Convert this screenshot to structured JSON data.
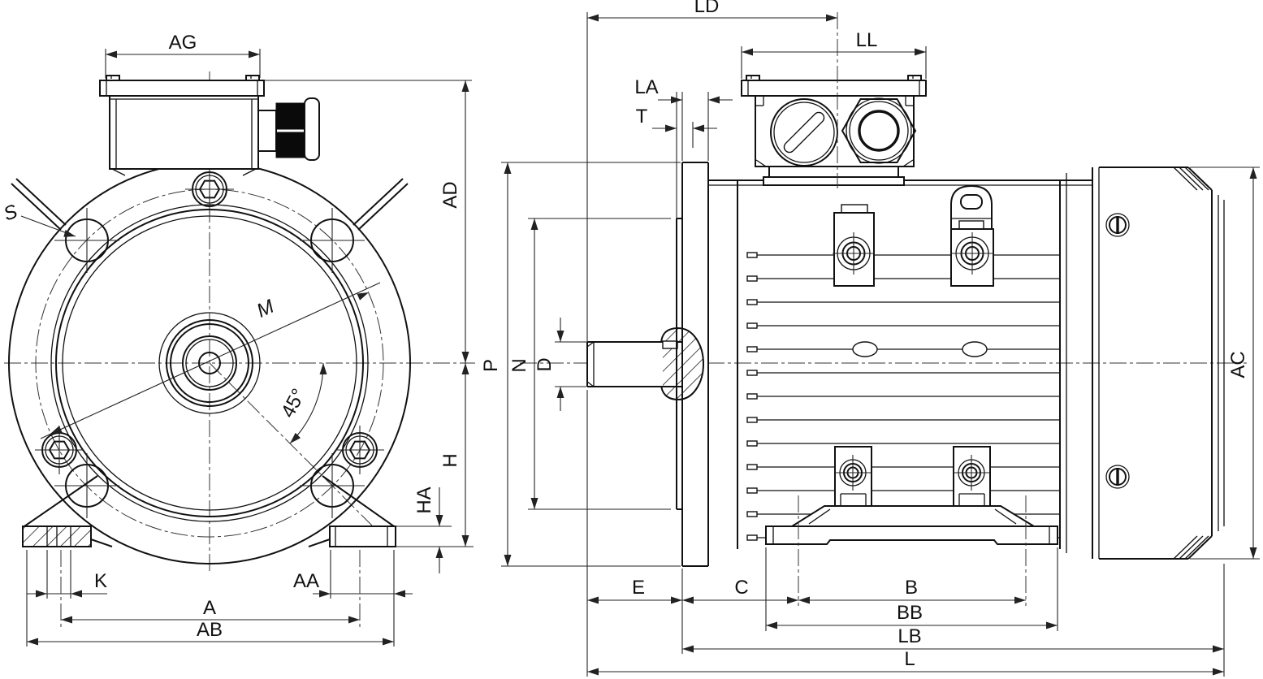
{
  "drawing": {
    "colors": {
      "line": "#111111",
      "background": "#ffffff"
    },
    "front_view": {
      "labels": {
        "AG": "AG",
        "AD": "AD",
        "S": "S",
        "M": "M",
        "deg45": "45°",
        "H": "H",
        "HA": "HA",
        "K": "K",
        "AA": "AA",
        "A": "A",
        "AB": "AB"
      }
    },
    "side_view": {
      "labels": {
        "LD": "LD",
        "LL": "LL",
        "LA": "LA",
        "T": "T",
        "P": "P",
        "N": "N",
        "D": "D",
        "AC": "AC",
        "E": "E",
        "C": "C",
        "B": "B",
        "BB": "BB",
        "LB": "LB",
        "L": "L"
      }
    }
  }
}
